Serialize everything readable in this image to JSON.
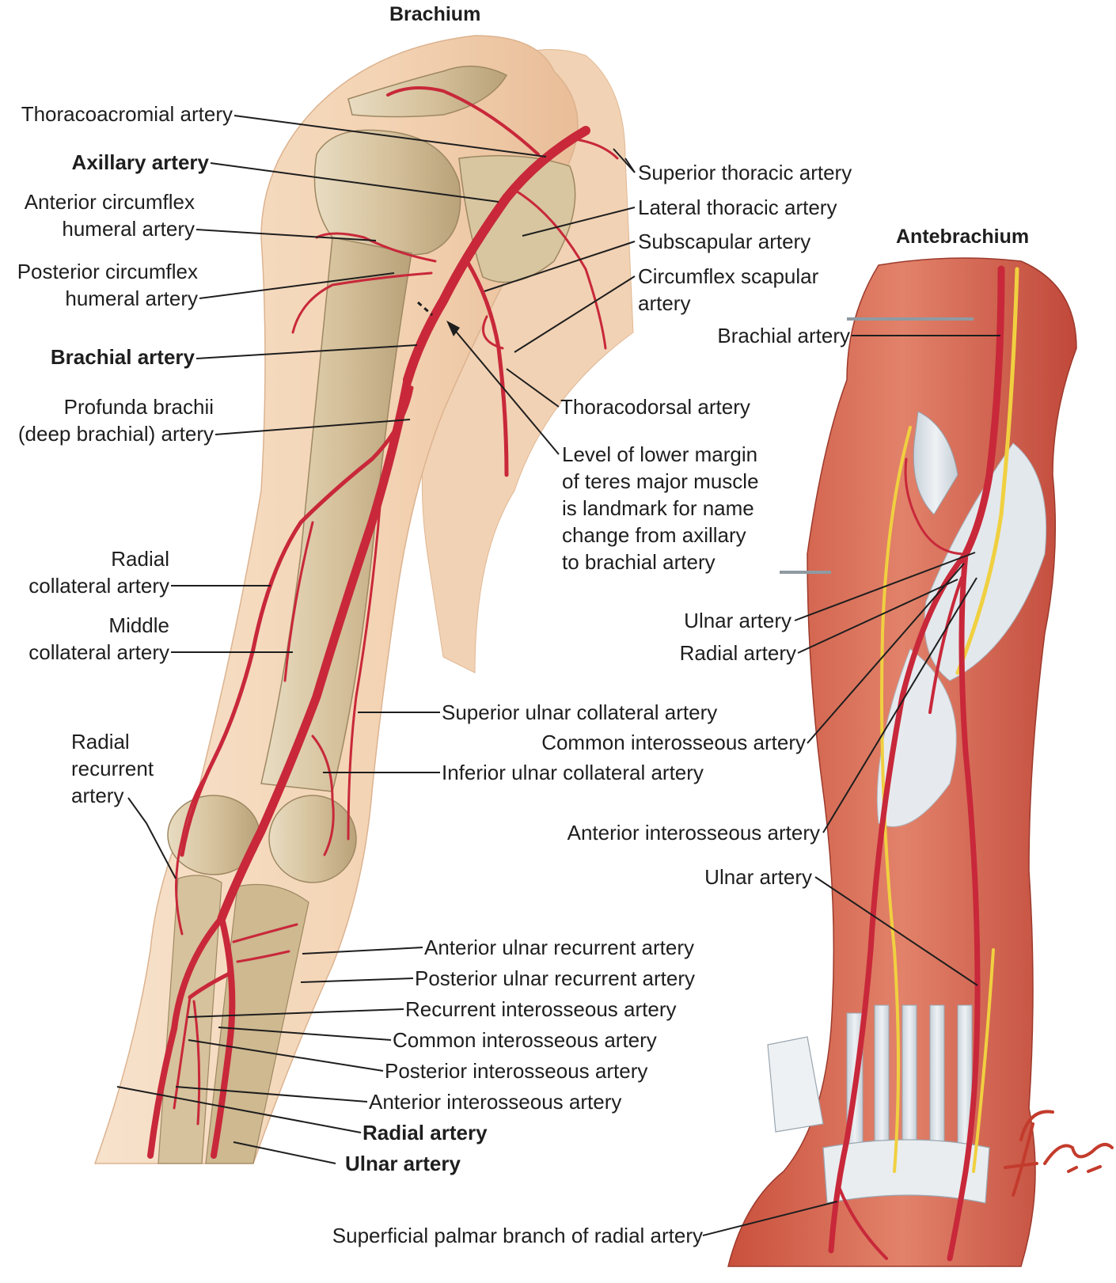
{
  "headings": {
    "brachium": "Brachium",
    "antebrachium": "Antebrachium"
  },
  "brachium_labels": {
    "thoracoacromial": "Thoracoacromial artery",
    "axillary": "Axillary artery",
    "ant_circumflex_1": "Anterior circumflex",
    "ant_circumflex_2": "humeral artery",
    "post_circumflex_1": "Posterior circumflex",
    "post_circumflex_2": "humeral artery",
    "brachial": "Brachial artery",
    "profunda_1": "Profunda brachii",
    "profunda_2": "(deep brachial) artery",
    "radial_collateral_1": "Radial",
    "radial_collateral_2": "collateral artery",
    "middle_collateral_1": "Middle",
    "middle_collateral_2": "collateral artery",
    "radial_recurrent_1": "Radial",
    "radial_recurrent_2": "recurrent",
    "radial_recurrent_3": "artery",
    "superior_thoracic": "Superior thoracic artery",
    "lateral_thoracic": "Lateral thoracic artery",
    "subscapular": "Subscapular artery",
    "circumflex_scapular_1": "Circumflex scapular",
    "circumflex_scapular_2": "artery",
    "thoracodorsal": "Thoracodorsal artery",
    "level_note_1": "Level of lower margin",
    "level_note_2": "of teres major muscle",
    "level_note_3": "is landmark for name",
    "level_note_4": "change from axillary",
    "level_note_5": "to brachial artery",
    "superior_ulnar_collateral": "Superior ulnar collateral artery",
    "inferior_ulnar_collateral": "Inferior ulnar collateral artery",
    "anterior_ulnar_recurrent": "Anterior ulnar recurrent artery",
    "posterior_ulnar_recurrent": "Posterior ulnar recurrent artery",
    "recurrent_interosseous": "Recurrent interosseous artery",
    "common_interosseous": "Common interosseous artery",
    "posterior_interosseous": "Posterior interosseous artery",
    "anterior_interosseous": "Anterior interosseous artery",
    "radial": "Radial artery",
    "ulnar": "Ulnar artery"
  },
  "antebrachium_labels": {
    "brachial": "Brachial artery",
    "ulnar": "Ulnar artery",
    "radial": "Radial artery",
    "common_interosseous": "Common interosseous artery",
    "anterior_interosseous": "Anterior interosseous artery",
    "ulnar_lower": "Ulnar artery",
    "superficial_palmar": "Superficial palmar branch of radial artery"
  },
  "signature": "F. Netter M.D.",
  "colors": {
    "artery": "#c8283a",
    "skin": "#f3d6b8",
    "bone": "#d9c7a4",
    "muscle": "#d8644c",
    "tendon": "#dde3e8",
    "nerve": "#f0d040",
    "leader": "#1e1e1e"
  }
}
